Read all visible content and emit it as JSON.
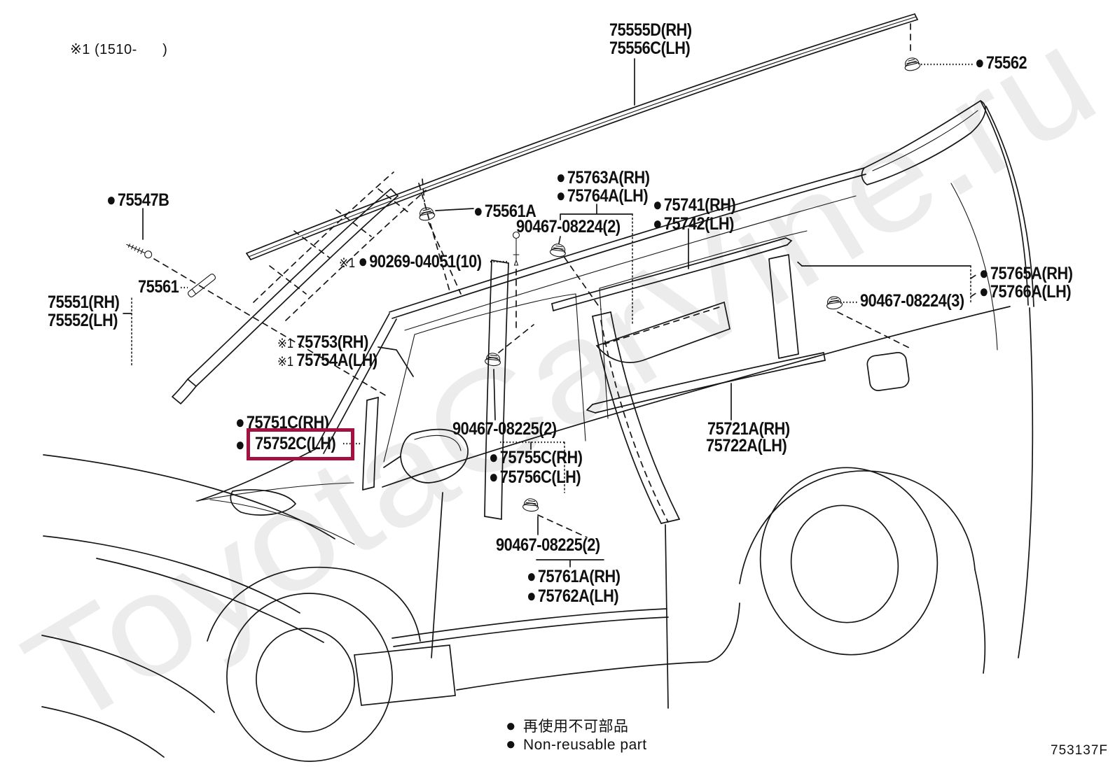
{
  "page": {
    "code": "753137F",
    "note": "※1 (1510-      )"
  },
  "watermark": {
    "text": "ToyotaCarVine.ru",
    "color": "#ececec"
  },
  "highlight": {
    "color": "#a11240",
    "selected_part": "75752C(LH)"
  },
  "legend": {
    "jp": "再使用不可部品",
    "en": "Non-reusable part"
  },
  "labels": {
    "p75555d": {
      "text": "75555D(RH)"
    },
    "p75556c": {
      "text": "75556C(LH)"
    },
    "p75562": {
      "bullet": "●",
      "text": "75562"
    },
    "p75547b": {
      "bullet": "●",
      "text": "75547B"
    },
    "p75561": {
      "text": "75561"
    },
    "p75551": {
      "text": "75551(RH)"
    },
    "p75552": {
      "text": "75552(LH)"
    },
    "p75561a": {
      "bullet": "●",
      "text": "75561A"
    },
    "p90269": {
      "prefix": "※1",
      "bullet": "●",
      "text": "90269-04051(10)"
    },
    "p75763a": {
      "bullet": "●",
      "text": "75763A(RH)"
    },
    "p75764a": {
      "bullet": "●",
      "text": "75764A(LH)"
    },
    "p90467_08224_2": {
      "text": "90467-08224(2)"
    },
    "p75741": {
      "bullet": "●",
      "text": "75741(RH)"
    },
    "p75742": {
      "bullet": "●",
      "text": "75742(LH)"
    },
    "p75765a": {
      "bullet": "●",
      "text": "75765A(RH)"
    },
    "p75766a": {
      "bullet": "●",
      "text": "75766A(LH)"
    },
    "p90467_08224_3": {
      "text": "90467-08224(3)"
    },
    "p75753": {
      "prefix": "※1",
      "text": "75753(RH)"
    },
    "p75754a": {
      "prefix": "※1",
      "text": "75754A(LH)"
    },
    "p75751c": {
      "bullet": "●",
      "text": "75751C(RH)"
    },
    "p75752c": {
      "bullet": "●",
      "text": "75752C(LH)"
    },
    "p90467_08225_2a": {
      "text": "90467-08225(2)"
    },
    "p75755c": {
      "bullet": "●",
      "text": "75755C(RH)"
    },
    "p75756c": {
      "bullet": "●",
      "text": "75756C(LH)"
    },
    "p75721a": {
      "text": "75721A(RH)"
    },
    "p75722a": {
      "text": "75722A(LH)"
    },
    "p90467_08225_2b": {
      "text": "90467-08225(2)"
    },
    "p75761a": {
      "bullet": "●",
      "text": "75761A(RH)"
    },
    "p75762a": {
      "bullet": "●",
      "text": "75762A(LH)"
    }
  }
}
